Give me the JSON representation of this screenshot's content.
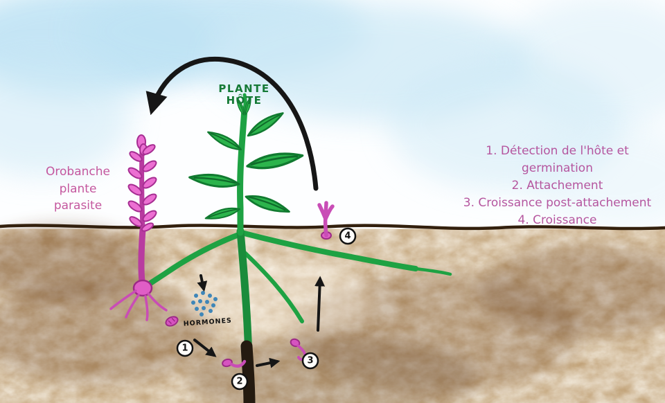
{
  "diagram": {
    "host_plant_label": {
      "line1": "PLANTE",
      "line2": "HÔTE"
    },
    "parasite_label": {
      "line1": "Orobanche",
      "line2": "plante",
      "line3": "parasite"
    },
    "hormones_label": "HORMONES",
    "legend_items": [
      "1. Détection de l'hôte et germination",
      "2. Attachement",
      "3. Croissance post-attachement",
      "4. Croissance"
    ],
    "step_markers": [
      "1",
      "2",
      "3",
      "4"
    ],
    "colors": {
      "sky_blue": "#c6e6f5",
      "soil_brown": "#7c5129",
      "soil_line": "#33200d",
      "plant_green": "#1ea243",
      "leaf_green": "#2cb44c",
      "parasite_pink": "#e05ec6",
      "parasite_dark": "#9c2a86",
      "label_pink": "#c4579e",
      "legend_pink": "#b5569f",
      "label_green": "#157a36",
      "hormone_blue": "#3f86b8",
      "arrow_black": "#161616"
    }
  }
}
